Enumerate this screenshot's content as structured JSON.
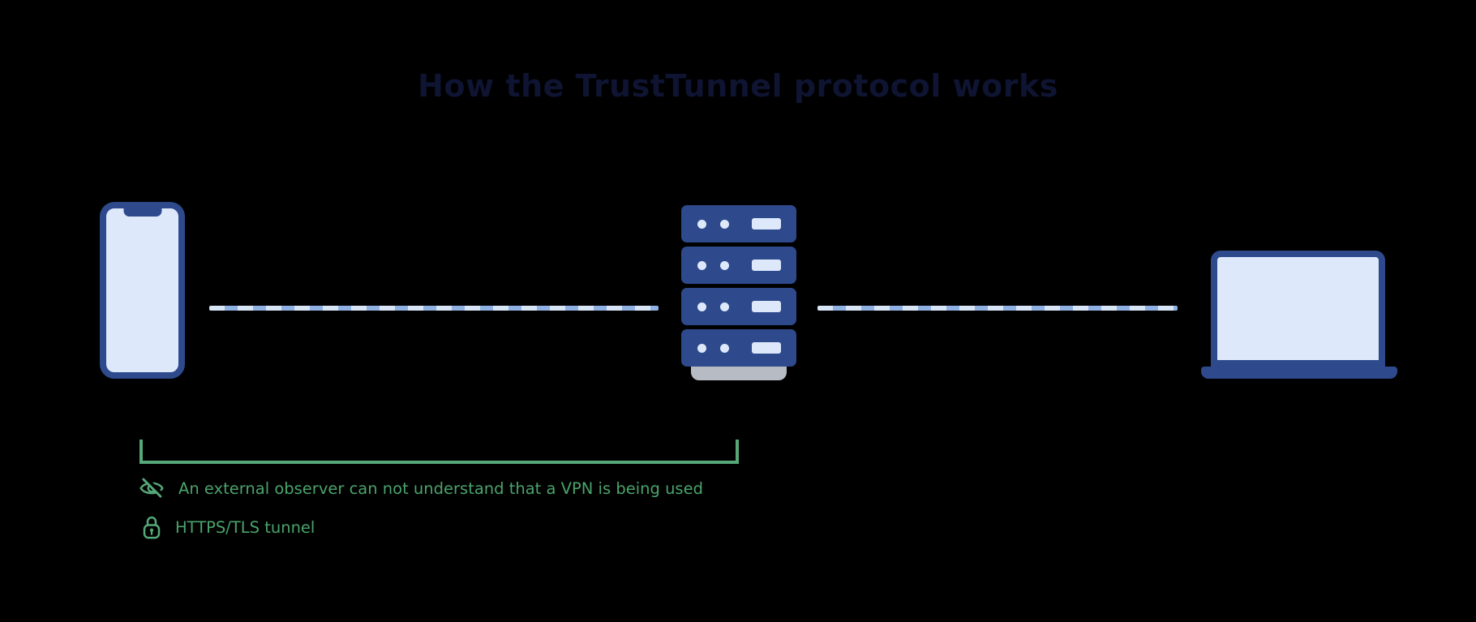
{
  "title": "How the TrustTunnel protocol works",
  "diagram": {
    "left_device": "smartphone",
    "middle_device": "vpn-server-rack",
    "right_device": "laptop",
    "server_unit_count": 4,
    "connection_style": "dashed-tunnel"
  },
  "annotations": {
    "observer": {
      "icon": "eye-off-icon",
      "text": "An external observer can not understand that a VPN is being used"
    },
    "tunnel": {
      "icon": "lock-icon",
      "text": "HTTPS/TLS tunnel"
    }
  },
  "colors": {
    "background": "#000000",
    "title_text": "#0e1432",
    "device_border": "#2e4a8c",
    "device_screen": "#dde9fb",
    "server_base": "#b7bbc3",
    "dash_light": "#d8e5f6",
    "dash_medium": "#8fb2e2",
    "annotation_green": "#55a878",
    "annotation_text": "#4aa36b"
  }
}
